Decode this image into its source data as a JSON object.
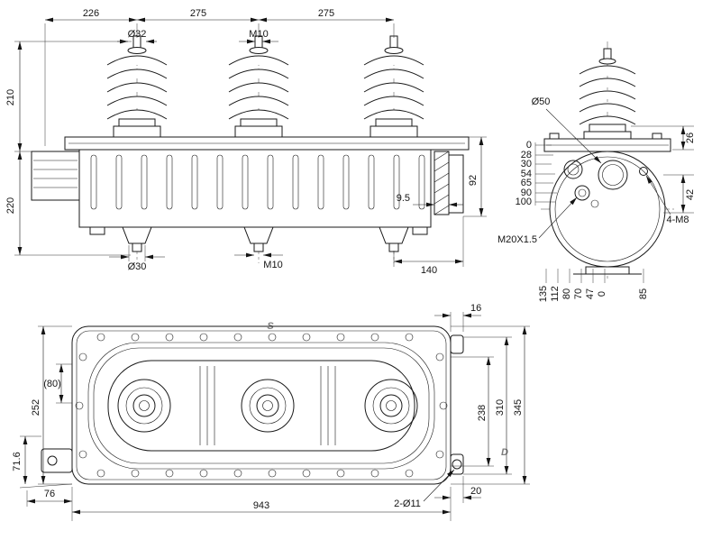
{
  "front_view": {
    "top_dims": [
      "226",
      "275",
      "275"
    ],
    "stud_dims": [
      "Ø32",
      "M10"
    ],
    "left_dims": [
      "210",
      "220"
    ],
    "bottom_dims": [
      "Ø30",
      "M10",
      "140"
    ],
    "right_dims": [
      "9.5",
      "92"
    ]
  },
  "side_view": {
    "top_label": "Ø50",
    "right_dims": [
      "26",
      "42"
    ],
    "bolt_label": "4-M8",
    "thread_label": "M20X1.5",
    "left_scale": [
      "0",
      "28",
      "30",
      "54",
      "65",
      "90",
      "100"
    ],
    "bottom_scale": [
      "135",
      "112",
      "80",
      "70",
      "47",
      "0"
    ],
    "bottom_right": "85"
  },
  "plan_view": {
    "top_dim": "16",
    "left_dims": [
      "252",
      "(80)",
      "71.6",
      "76"
    ],
    "width_dim": "943",
    "ear_dim": "20",
    "hole_label": "2-Ø11",
    "right_dims": [
      "238",
      "310",
      "345"
    ]
  },
  "watermark": {
    "letters": [
      "S",
      "D"
    ]
  }
}
